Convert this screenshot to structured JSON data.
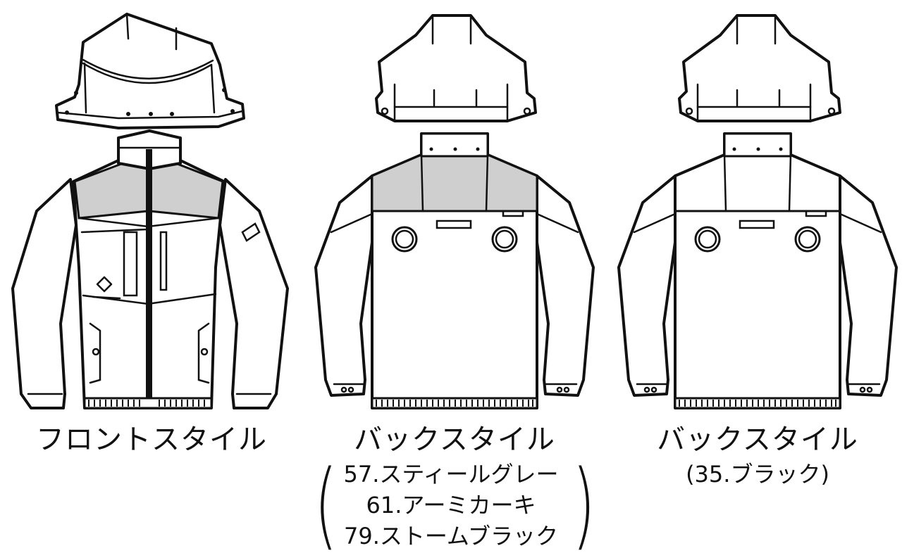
{
  "colors": {
    "line": "#111111",
    "panel": "#cfcfcf",
    "background": "#ffffff"
  },
  "figures": [
    {
      "caption": "フロントスタイル",
      "colors": []
    },
    {
      "caption": "バックスタイル",
      "colors": [
        "57.スティールグレー",
        "61.アーミカーキ",
        "79.ストームブラック"
      ],
      "bracket_open": "(",
      "bracket_close": ")"
    },
    {
      "caption": "バックスタイル",
      "colors_text": "(35.ブラック)"
    }
  ]
}
